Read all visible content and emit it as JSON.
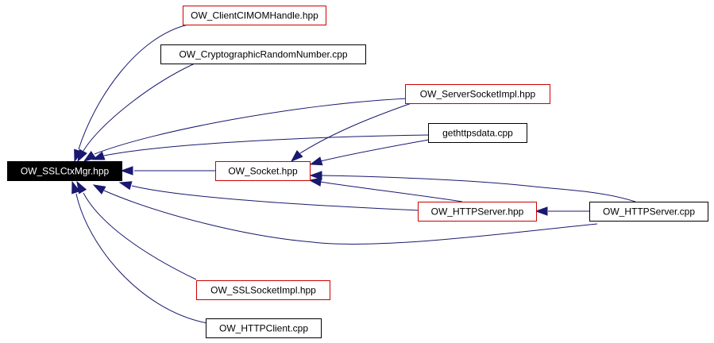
{
  "diagram": {
    "colors": {
      "edge": "#191970",
      "root_fill": "#000000",
      "root_text": "#ffffff",
      "link_border": "#cc0000",
      "plain_border": "#000000",
      "node_fill": "#ffffff",
      "node_text": "#000000"
    },
    "nodes": [
      {
        "id": "root",
        "label": "OW_SSLCtxMgr.hpp",
        "style": "root"
      },
      {
        "id": "cimom",
        "label": "OW_ClientCIMOMHandle.hpp",
        "style": "link"
      },
      {
        "id": "crypto",
        "label": "OW_CryptographicRandomNumber.cpp",
        "style": "plain"
      },
      {
        "id": "ssi",
        "label": "OW_ServerSocketImpl.hpp",
        "style": "link"
      },
      {
        "id": "gethttps",
        "label": "gethttpsdata.cpp",
        "style": "plain"
      },
      {
        "id": "socket",
        "label": "OW_Socket.hpp",
        "style": "link"
      },
      {
        "id": "hsh",
        "label": "OW_HTTPServer.hpp",
        "style": "link"
      },
      {
        "id": "hsc",
        "label": "OW_HTTPServer.cpp",
        "style": "plain"
      },
      {
        "id": "sslsi",
        "label": "OW_SSLSocketImpl.hpp",
        "style": "link"
      },
      {
        "id": "hcl",
        "label": "OW_HTTPClient.cpp",
        "style": "plain"
      }
    ],
    "edges": [
      {
        "from": "cimom",
        "to": "root"
      },
      {
        "from": "crypto",
        "to": "root"
      },
      {
        "from": "ssi",
        "to": "root"
      },
      {
        "from": "gethttps",
        "to": "root"
      },
      {
        "from": "socket",
        "to": "root"
      },
      {
        "from": "hsh",
        "to": "root"
      },
      {
        "from": "hsc",
        "to": "root"
      },
      {
        "from": "sslsi",
        "to": "root"
      },
      {
        "from": "hcl",
        "to": "root"
      },
      {
        "from": "ssi",
        "to": "socket"
      },
      {
        "from": "gethttps",
        "to": "socket"
      },
      {
        "from": "hsh",
        "to": "socket"
      },
      {
        "from": "hsc",
        "to": "socket"
      },
      {
        "from": "hsc",
        "to": "hsh"
      }
    ]
  }
}
